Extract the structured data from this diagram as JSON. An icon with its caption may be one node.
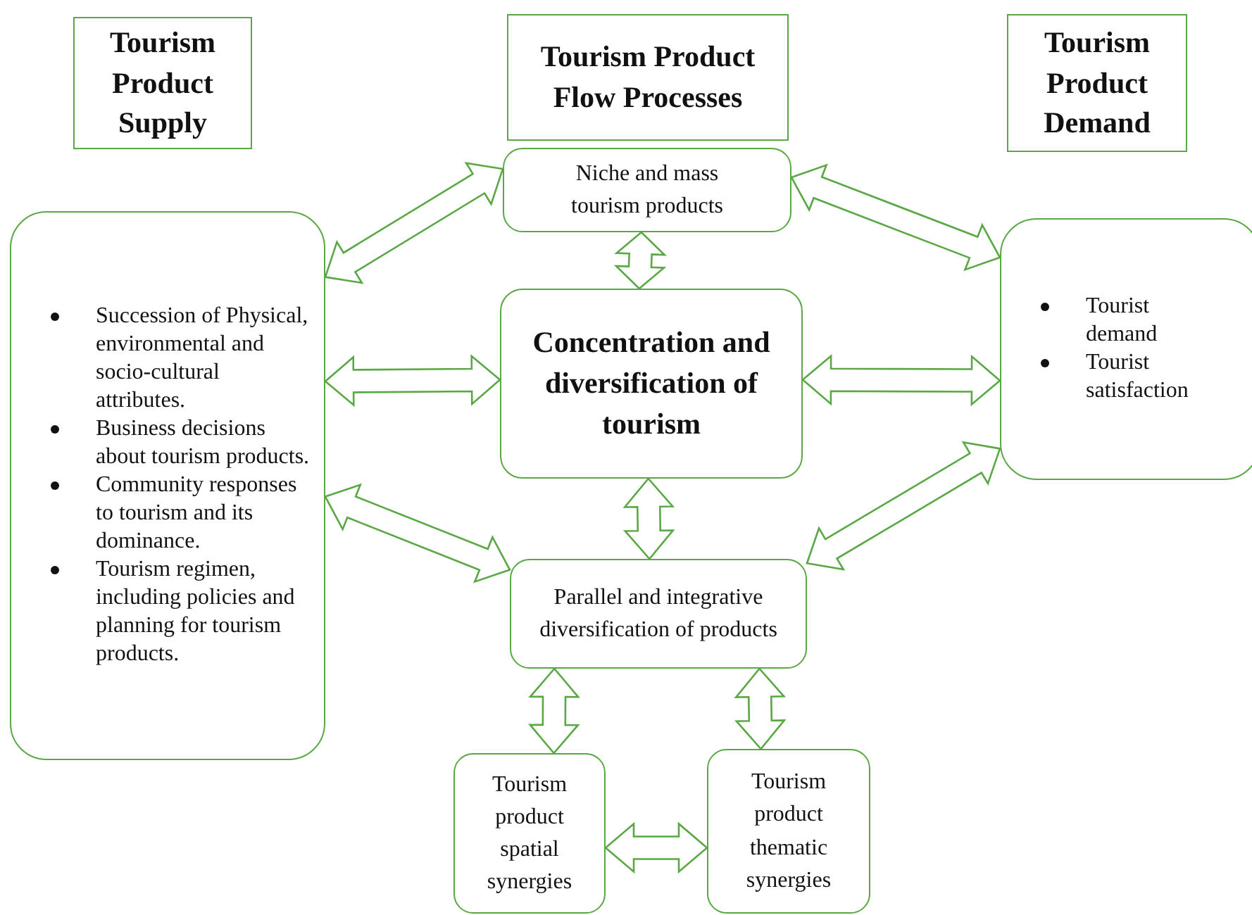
{
  "diagram": {
    "nodes": [
      {
        "text": [
          "Tourism Product Supply"
        ]
      },
      {
        "text": [
          "Tourism Product Flow Processes"
        ]
      },
      {
        "text": [
          "Tourism Product Demand"
        ]
      },
      {
        "text": [
          "Niche and mass tourism products"
        ]
      },
      {
        "text": [
          "Succession of Physical, environmental and socio-cultural attributes.",
          "Business decisions about tourism products.",
          "Community responses to tourism and its dominance.",
          "Tourism regimen, including policies and planning for tourism products."
        ]
      },
      {
        "text": [
          "Concentration and diversification of tourism"
        ]
      },
      {
        "text": [
          "Tourist demand",
          "Tourist satisfaction"
        ]
      },
      {
        "text": [
          "Parallel and integrative diversification of products"
        ]
      },
      {
        "text": [
          "Tourism product spatial synergies"
        ]
      },
      {
        "text": [
          "Tourism product thematic synergies"
        ]
      }
    ],
    "edges": [
      {
        "from": 4,
        "to": 3,
        "arrow": "both"
      },
      {
        "from": 4,
        "to": 5,
        "arrow": "both"
      },
      {
        "from": 4,
        "to": 7,
        "arrow": "both"
      },
      {
        "from": 3,
        "to": 5,
        "arrow": "both"
      },
      {
        "from": 3,
        "to": 6,
        "arrow": "both"
      },
      {
        "from": 5,
        "to": 6,
        "arrow": "both"
      },
      {
        "from": 5,
        "to": 7,
        "arrow": "both"
      },
      {
        "from": 7,
        "to": 6,
        "arrow": "both"
      },
      {
        "from": 7,
        "to": 8,
        "arrow": "both"
      },
      {
        "from": 7,
        "to": 9,
        "arrow": "both"
      },
      {
        "from": 8,
        "to": 9,
        "arrow": "both"
      }
    ]
  }
}
